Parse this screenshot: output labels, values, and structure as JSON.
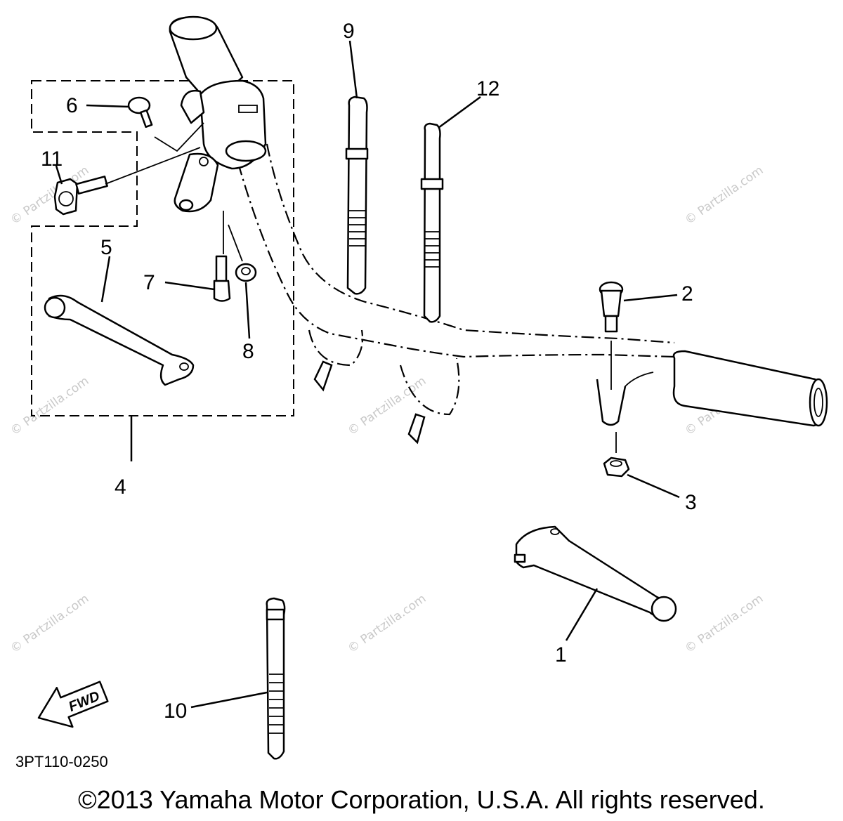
{
  "callouts": {
    "c1": "1",
    "c2": "2",
    "c3": "3",
    "c4": "4",
    "c5": "5",
    "c6": "6",
    "c7": "7",
    "c8": "8",
    "c9": "9",
    "c10": "10",
    "c11": "11",
    "c12": "12"
  },
  "fwd_label": "FWD",
  "diagram_code": "3PT110-0250",
  "watermark": "© Partzilla.com",
  "copyright": "©2013 Yamaha Motor Corporation, U.S.A. All rights reserved."
}
